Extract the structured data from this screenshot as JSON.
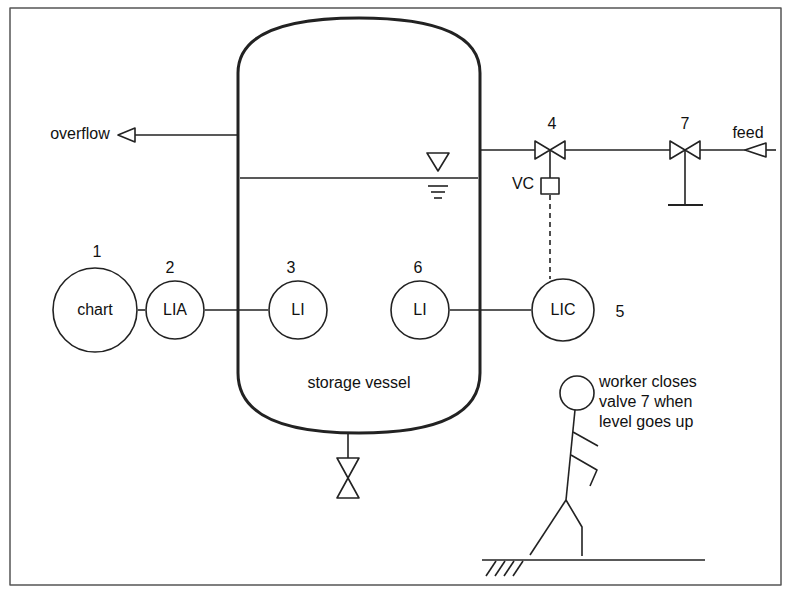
{
  "diagram": {
    "nodes": [
      {
        "text": [
          "chart"
        ]
      },
      {
        "text": [
          "LIA"
        ]
      },
      {
        "text": [
          "storage vessel"
        ]
      },
      {
        "text": [
          "LI"
        ],
        "in": 2
      },
      {
        "text": [
          "LI"
        ],
        "in": 2
      },
      {
        "text": [
          "LIC"
        ]
      }
    ],
    "edges": [
      {
        "from": 0,
        "to": 1,
        "arrow": "none"
      },
      {
        "from": 1,
        "to": 3,
        "arrow": "none"
      },
      {
        "from": 4,
        "to": 5,
        "arrow": "none"
      }
    ],
    "labels": [
      "1",
      "2",
      "3",
      "6",
      "5",
      "4",
      "7",
      "VC",
      "overflow",
      "feed",
      "worker closes valve 7 when level goes up"
    ]
  }
}
